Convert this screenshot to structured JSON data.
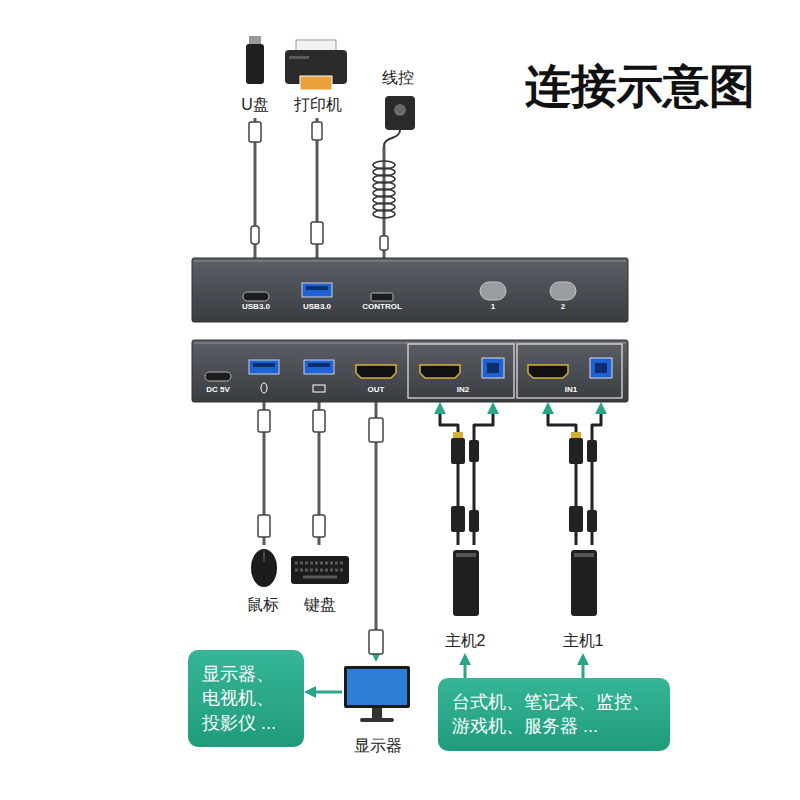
{
  "diagram": {
    "title": "连接示意图",
    "nodes": [
      {
        "text": [
          "U盘"
        ]
      },
      {
        "text": [
          "打印机"
        ]
      },
      {
        "text": [
          "线控"
        ]
      },
      {
        "text": [
          "USB3.0",
          "USB3.0",
          "CONTROL",
          "1",
          "2"
        ]
      },
      {
        "text": [
          "DC 5V",
          "OUT",
          "IN2",
          "IN1"
        ]
      },
      {
        "text": [
          "鼠标"
        ]
      },
      {
        "text": [
          "键盘"
        ]
      },
      {
        "text": [
          "显示器"
        ]
      },
      {
        "text": [
          "主机2"
        ]
      },
      {
        "text": [
          "主机1"
        ]
      },
      {
        "text": [
          "显示器、 电视机、 投影仪 ..."
        ]
      },
      {
        "text": [
          "台式机、笔记本、监控、 游戏机、服务器 ..."
        ]
      }
    ],
    "edges": [
      {
        "from": 0,
        "to": 3,
        "arrow": "none"
      },
      {
        "from": 1,
        "to": 3,
        "arrow": "none"
      },
      {
        "from": 2,
        "to": 3,
        "arrow": "none"
      },
      {
        "from": 4,
        "to": 5,
        "arrow": "none"
      },
      {
        "from": 4,
        "to": 6,
        "arrow": "none"
      },
      {
        "from": 4,
        "to": 7,
        "arrow": "to"
      },
      {
        "from": 8,
        "to": 4,
        "arrow": "to"
      },
      {
        "from": 8,
        "to": 4,
        "arrow": "to"
      },
      {
        "from": 9,
        "to": 4,
        "arrow": "to"
      },
      {
        "from": 9,
        "to": 4,
        "arrow": "to"
      },
      {
        "from": 7,
        "to": 10,
        "arrow": "to"
      },
      {
        "from": 11,
        "to": 8,
        "arrow": "to"
      },
      {
        "from": 11,
        "to": 9,
        "arrow": "to"
      }
    ]
  }
}
